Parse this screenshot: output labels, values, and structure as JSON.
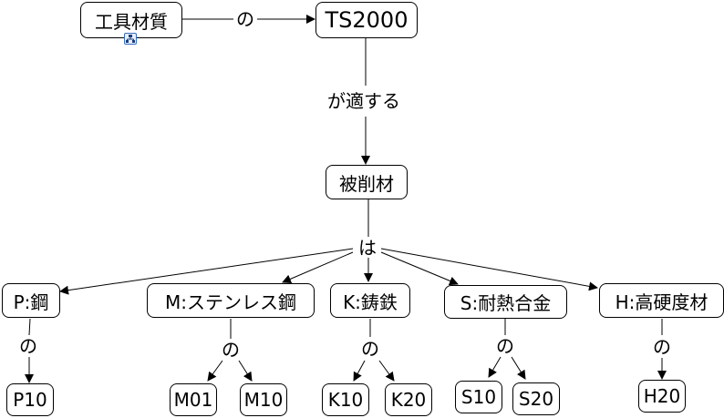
{
  "diagram": {
    "root": {
      "label": "工具材質"
    },
    "root_badge_icon": "hierarchy-icon",
    "root_relation": "の",
    "grade": {
      "label": "TS2000"
    },
    "grade_relation": "が適する",
    "workpiece": {
      "label": "被削材"
    },
    "workpiece_relation": "は",
    "categories": [
      {
        "label": "P:鋼",
        "relation": "の",
        "children": [
          "P10"
        ]
      },
      {
        "label": "M:ステンレス鋼",
        "relation": "の",
        "children": [
          "M01",
          "M10"
        ]
      },
      {
        "label": "K:鋳鉄",
        "relation": "の",
        "children": [
          "K10",
          "K20"
        ]
      },
      {
        "label": "S:耐熱合金",
        "relation": "の",
        "children": [
          "S10",
          "S20"
        ]
      },
      {
        "label": "H:高硬度材",
        "relation": "の",
        "children": [
          "H20"
        ]
      }
    ]
  }
}
